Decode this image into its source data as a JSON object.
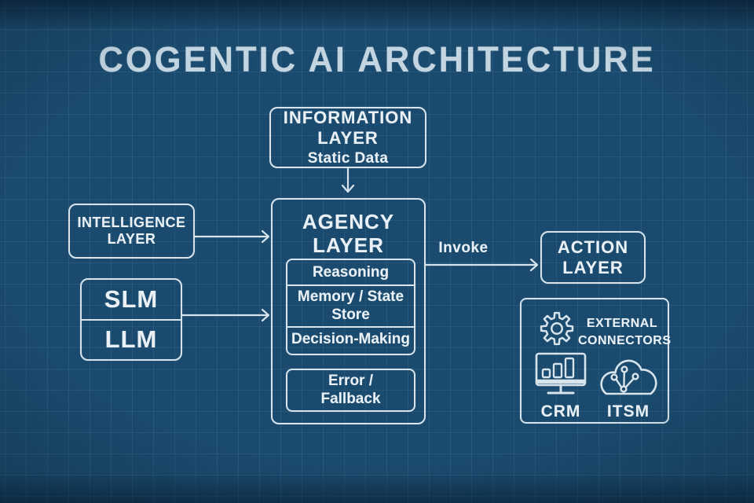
{
  "title": "COGENTIC AI ARCHITECTURE",
  "colors": {
    "background": "#1a4a6d",
    "line": "#d7e4ec",
    "text": "#eaf1f6",
    "title_text": "#c3d5e1"
  },
  "nodes": {
    "information": {
      "title": "INFORMATION LAYER",
      "subtitle": "Static Data"
    },
    "intelligence": {
      "title": "INTELLIGENCE LAYER"
    },
    "models": {
      "items": [
        "SLM",
        "LLM"
      ]
    },
    "agency": {
      "title": "AGENCY LAYER",
      "modules": [
        "Reasoning",
        "Memory / State Store",
        "Decision-Making"
      ],
      "error_lines": [
        "Error /",
        "Fallback"
      ]
    },
    "action": {
      "title": "ACTION LAYER"
    },
    "external": {
      "title": "EXTERNAL CONNECTORS",
      "icon": "gear-icon",
      "connectors": [
        {
          "label": "CRM",
          "icon": "monitor-bar-chart-icon"
        },
        {
          "label": "ITSM",
          "icon": "cloud-network-icon"
        }
      ]
    }
  },
  "edges": {
    "invoke_label": "Invoke"
  }
}
